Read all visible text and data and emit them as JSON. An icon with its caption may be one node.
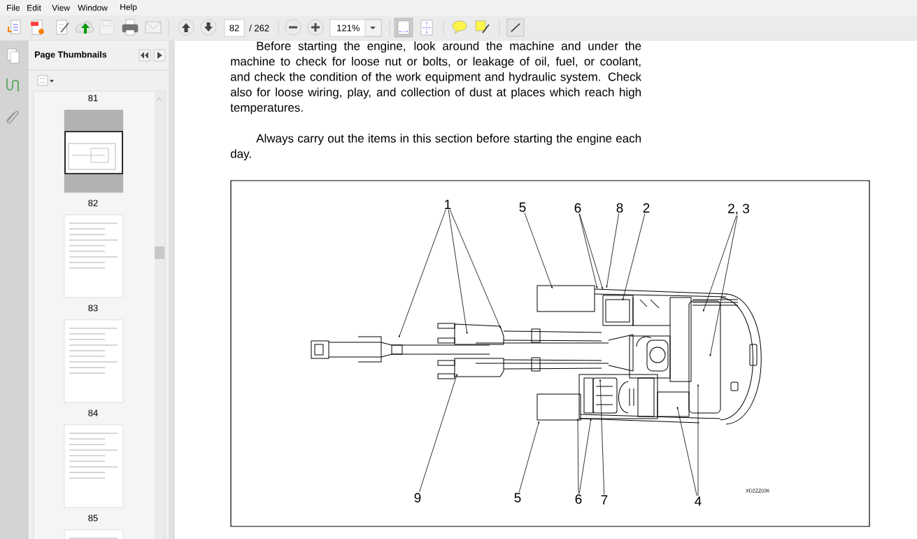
{
  "diagram": {
    "nodes": [
      {
        "text": [
          "1"
        ]
      },
      {
        "text": [
          "5"
        ]
      },
      {
        "text": [
          "6"
        ]
      },
      {
        "text": [
          "8"
        ]
      },
      {
        "text": [
          "2"
        ]
      },
      {
        "text": [
          "2, 3"
        ]
      },
      {
        "text": [
          "9"
        ]
      },
      {
        "text": [
          "5"
        ]
      },
      {
        "text": [
          "6"
        ]
      },
      {
        "text": [
          "7"
        ]
      },
      {
        "text": [
          "4"
        ]
      },
      {
        "text": [],
        "shape": "picture"
      }
    ],
    "edges": [
      {
        "from": 0,
        "to": 11,
        "arrow": "to"
      },
      {
        "from": 0,
        "to": 11,
        "arrow": "to"
      },
      {
        "from": 0,
        "to": 11,
        "arrow": "to"
      },
      {
        "from": 1,
        "to": 11,
        "arrow": "to"
      },
      {
        "from": 2,
        "to": 11,
        "arrow": "to"
      },
      {
        "from": 2,
        "to": 11,
        "arrow": "to"
      },
      {
        "from": 3,
        "to": 11,
        "arrow": "to"
      },
      {
        "from": 4,
        "to": 11,
        "arrow": "to"
      },
      {
        "from": 5,
        "to": 11,
        "arrow": "to"
      },
      {
        "from": 5,
        "to": 11,
        "arrow": "to"
      },
      {
        "from": 6,
        "to": 11,
        "arrow": "to"
      },
      {
        "from": 7,
        "to": 11,
        "arrow": "to"
      },
      {
        "from": 8,
        "to": 11,
        "arrow": "to"
      },
      {
        "from": 8,
        "to": 11,
        "arrow": "to"
      },
      {
        "from": 9,
        "to": 11,
        "arrow": "to"
      },
      {
        "from": 10,
        "to": 11,
        "arrow": "to"
      },
      {
        "from": 10,
        "to": 11,
        "arrow": "to"
      }
    ],
    "labels": [
      "File",
      "Edit",
      "View",
      "Window",
      "Help",
      "82",
      "/ 262",
      "121%",
      "Page Thumbnails",
      "81",
      "82",
      "83",
      "84",
      "85",
      "Before starting the engine, look around the machine and under the machine to check for loose nut or bolts, or leakage of oil, fuel, or coolant, and check the condition of the work equipment and hydraulic system. Check also for loose wiring, play, and collection of dust at places which reach high temperatures.",
      "Always carry out the items in this section before starting the engine each day.",
      "XD2ZZ036"
    ]
  }
}
